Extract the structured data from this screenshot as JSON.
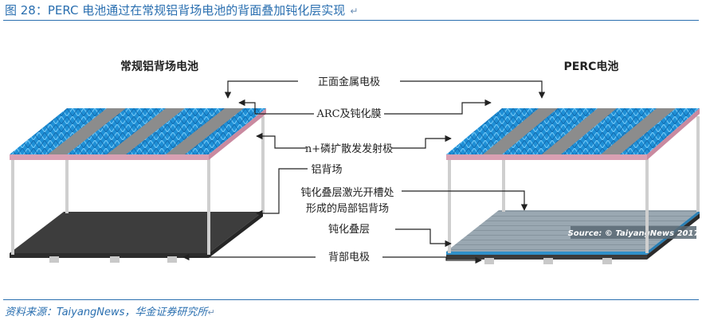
{
  "figure": {
    "title": "图 28：PERC 电池通过在常规铝背场电池的背面叠加钝化层实现",
    "return_mark": "↵",
    "source": "资料来源：TaiyangNews，华金证券研究所",
    "source_mark": "↵"
  },
  "cells": {
    "left_title": "常规铝背场电池",
    "right_title": "PERC电池"
  },
  "labels": {
    "front_metal": "正面金属电极",
    "arc": "ARC及钝化膜",
    "emitter": "n+磷扩散发发射极",
    "al_bsf": "铝背场",
    "local_bsf_line1": "钝化叠层激光开槽处",
    "local_bsf_line2": "形成的局部铝背场",
    "passivation": "钝化叠层",
    "rear_contact": "背部电极"
  },
  "watermark": "Source: © TaiyangNews 2017",
  "colors": {
    "accent": "#2a6fb0",
    "cell_blue": "#1e8fd6",
    "cell_blue_light": "#5ab6ee",
    "finger_gray": "#8c8c8c",
    "emitter_pink": "#d9a0b3",
    "frame_gray": "#c8c8c8",
    "al_dark": "#4a4a4a",
    "passivation_gray": "#9aa8b2",
    "passivation_edge": "#2f8fc8"
  }
}
